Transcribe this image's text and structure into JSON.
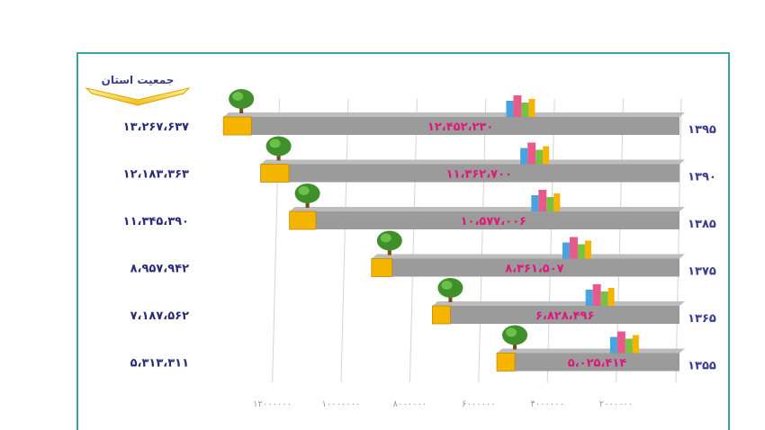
{
  "legend": {
    "population_label": "جمعیت استان"
  },
  "colors": {
    "frame": "#3aa39a",
    "bar": "#9b9b9b",
    "bar_base": "#f4b400",
    "total_text": "#2b2b7a",
    "urban_text": "#e0177a",
    "year_text": "#3b3b8f"
  },
  "icons": {
    "rural": "tree-icon",
    "urban": "building-icon"
  },
  "chart_data": {
    "type": "bar",
    "orientation": "horizontal",
    "direction": "right-to-left",
    "categories": [
      "۱۳۹۵",
      "۱۳۹۰",
      "۱۳۸۵",
      "۱۳۷۵",
      "۱۳۶۵",
      "۱۳۵۵"
    ],
    "series": [
      {
        "values": [
          13267637,
          12183363,
          11345390,
          8957942,
          7187562,
          5313311
        ],
        "labels": [
          "۱۳،۲۶۷،۶۳۷",
          "۱۲،۱۸۳،۳۶۳",
          "۱۱،۳۴۵،۳۹۰",
          "۸،۹۵۷،۹۴۲",
          "۷،۱۸۷،۵۶۲",
          "۵،۳۱۳،۳۱۱"
        ]
      },
      {
        "values": [
          12452230,
          11362700,
          10577006,
          8361507,
          6828496,
          5025414
        ],
        "labels": [
          "۱۲،۴۵۲،۲۳۰",
          "۱۱،۳۶۲،۷۰۰",
          "۱۰،۵۷۷،۰۰۶",
          "۸،۳۶۱،۵۰۷",
          "۶،۸۲۸،۴۹۶",
          "۵،۰۲۵،۴۱۴"
        ]
      }
    ],
    "x_ticks": [
      {
        "value": 12000000,
        "label": "۱۲۰۰۰۰۰۰"
      },
      {
        "value": 10000000,
        "label": "۱۰۰۰۰۰۰۰"
      },
      {
        "value": 8000000,
        "label": "۸۰۰۰۰۰۰"
      },
      {
        "value": 6000000,
        "label": "۶۰۰۰۰۰۰"
      },
      {
        "value": 4000000,
        "label": "۴۰۰۰۰۰۰"
      },
      {
        "value": 2000000,
        "label": "۲۰۰۰۰۰۰"
      }
    ],
    "xlim": [
      0,
      14000000
    ],
    "grid": true,
    "legend": "top-left"
  }
}
